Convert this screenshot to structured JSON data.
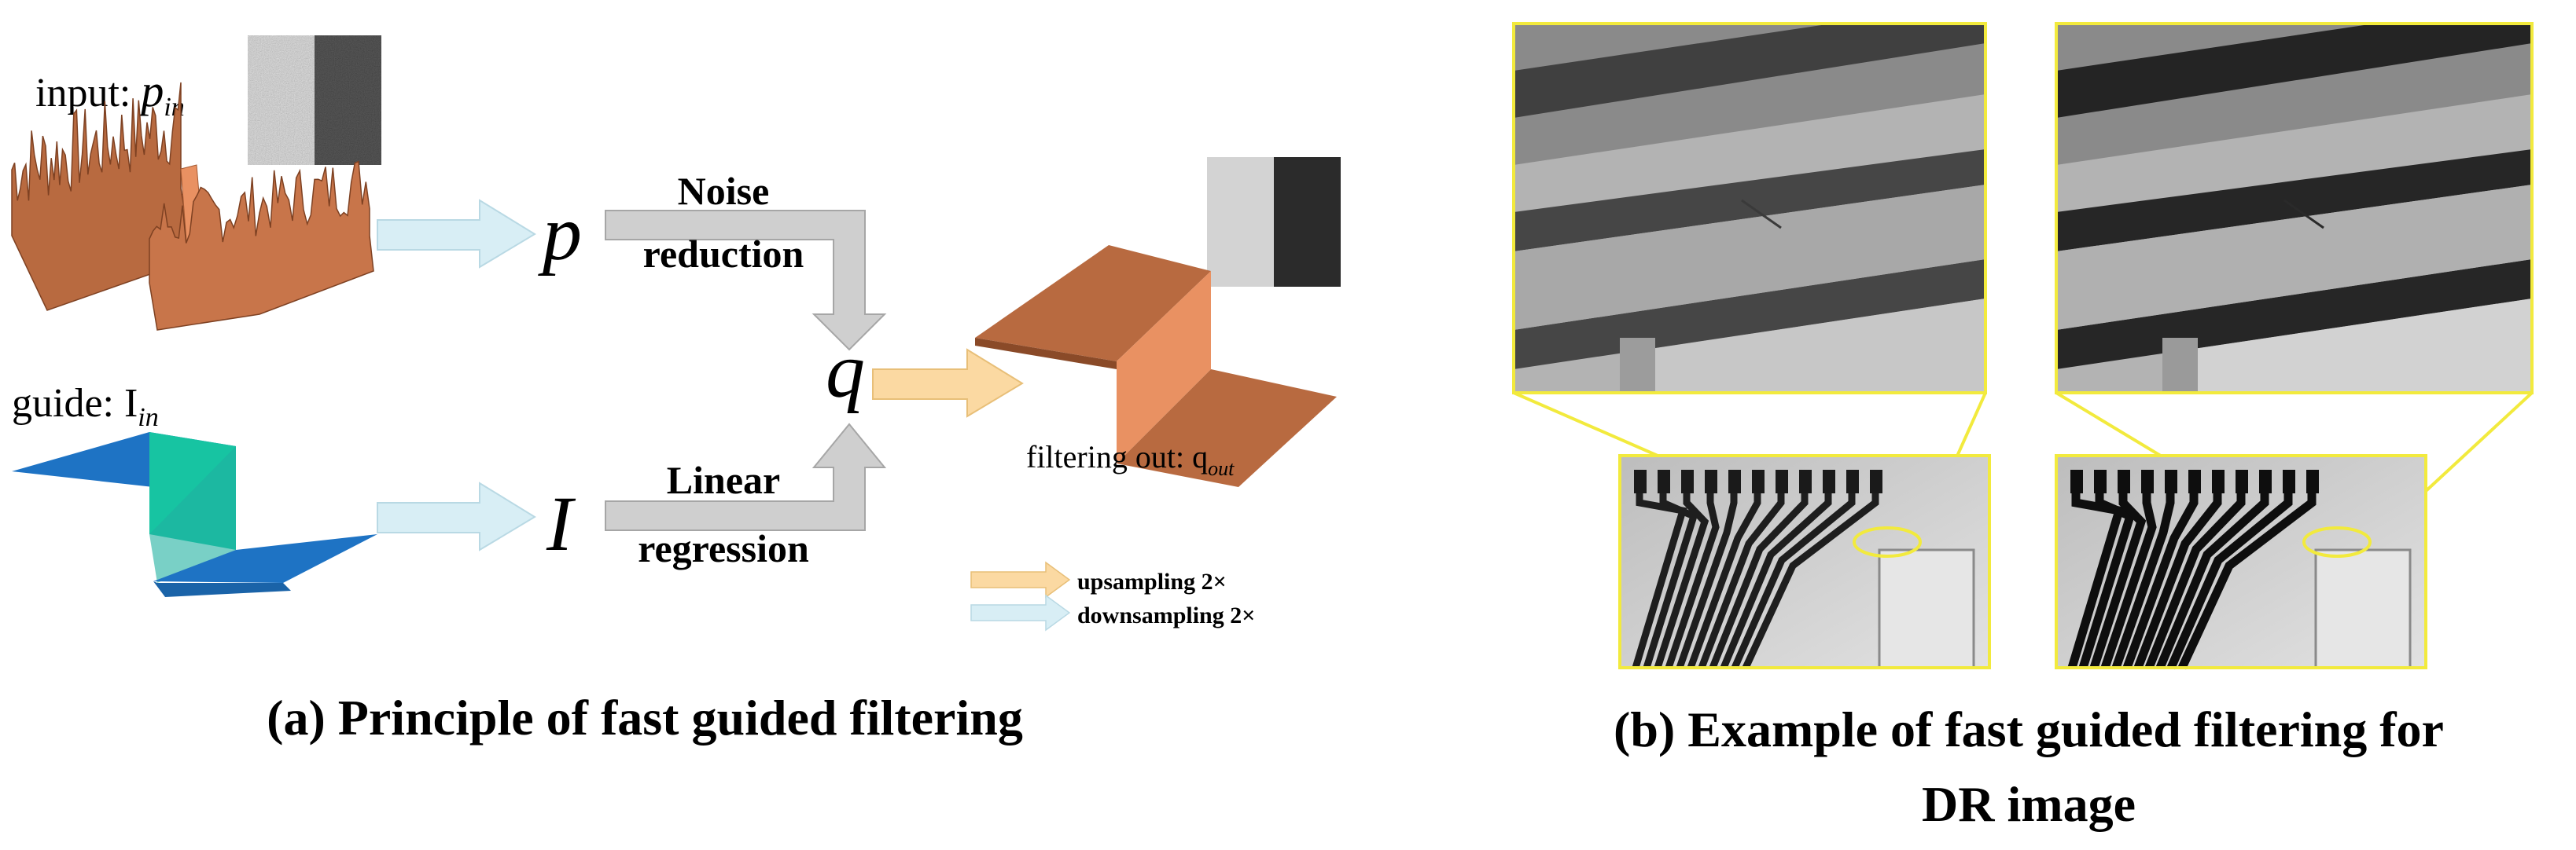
{
  "panel_a": {
    "caption": "(a) Principle of fast guided filtering",
    "input_label": "input: ",
    "input_symbol": "p",
    "input_sub": "in",
    "guide_label": "guide: I",
    "guide_sub": "in",
    "p_symbol": "p",
    "i_symbol": "I",
    "q_symbol": "q",
    "noise_line1": "Noise",
    "noise_line2": "reduction",
    "linear_line1": "Linear",
    "linear_line2": "regression",
    "output_label": "filtering out: q",
    "output_sub": "out",
    "legend": {
      "upsampling": "upsampling  2×",
      "downsampling": "downsampling  2×"
    },
    "colors": {
      "surface_copper": "#c8754a",
      "surface_copper_light": "#e99162",
      "guide_blue": "#1e73c4",
      "guide_teal": "#17c4a2",
      "arrow_blue": "#d8eef5",
      "arrow_yellow": "#fbd9a2",
      "arrow_gray": "#c8c8c8"
    }
  },
  "panel_b": {
    "caption_line1": "(b) Example of fast guided filtering for",
    "caption_line2": "DR image",
    "colors": {
      "frame_yellow": "#f2ea3d"
    }
  }
}
